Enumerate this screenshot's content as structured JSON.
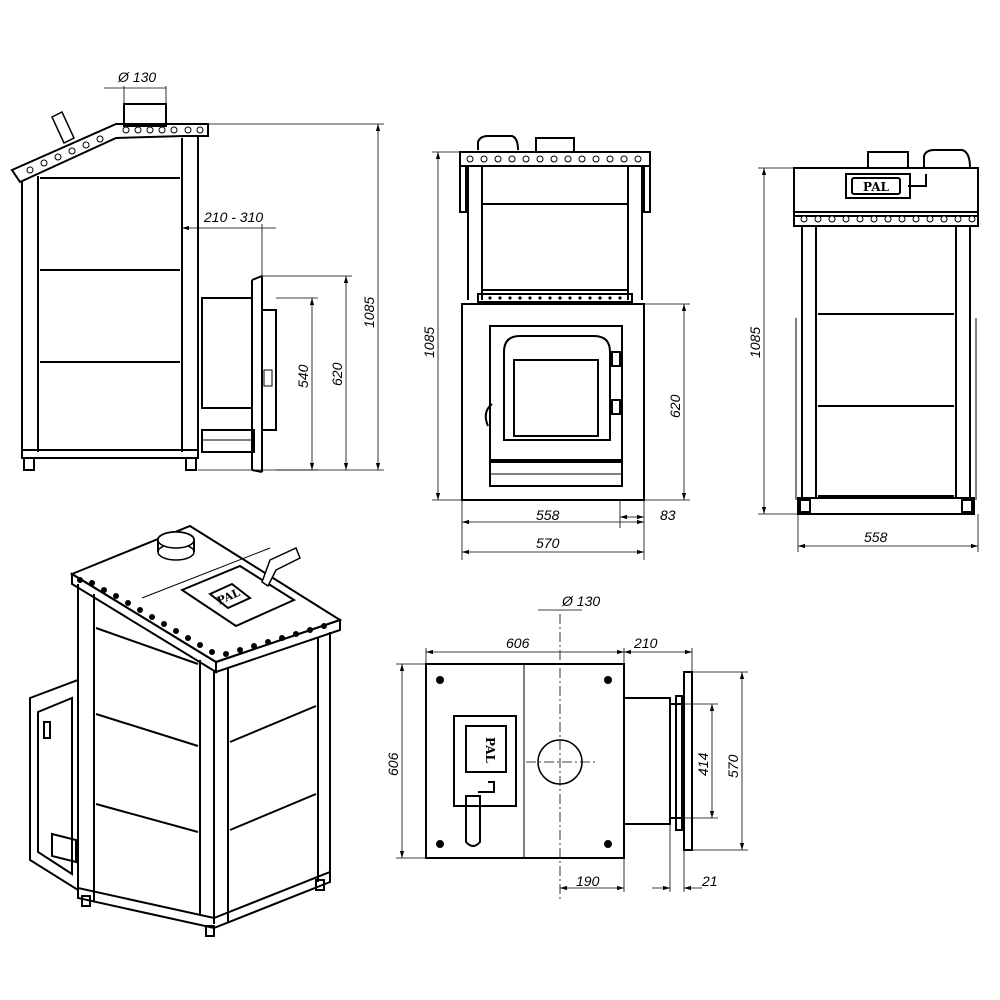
{
  "colors": {
    "line": "#000000",
    "background": "#ffffff"
  },
  "side_view": {
    "flue_diameter": "Ø 130",
    "door_projection": "210 - 310",
    "overall_height": "1085",
    "door_height": "620",
    "opening_height": "540"
  },
  "front_view": {
    "overall_height": "1085",
    "door_height": "620",
    "inner_width": "558",
    "door_offset": "83",
    "overall_width": "570"
  },
  "back_view": {
    "overall_height": "1085",
    "width": "558",
    "logo": "PAL"
  },
  "top_view": {
    "flue_diameter": "Ø 130",
    "depth": "606",
    "door_projection": "210",
    "overall_depth": "606",
    "door_height": "414",
    "door_frame_height": "570",
    "flue_offset": "190",
    "frame_thickness": "21",
    "logo": "PAL"
  },
  "iso_view": {
    "logo": "PAL"
  }
}
